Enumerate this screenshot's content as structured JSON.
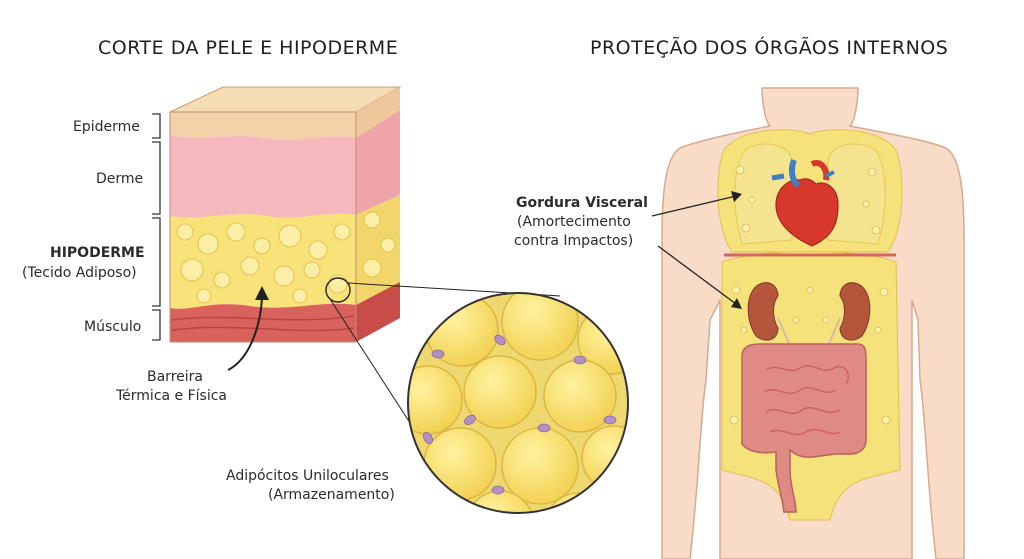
{
  "left_panel": {
    "title": "CORTE DA PELE E HIPODERME",
    "layers": {
      "epiderme": "Epiderme",
      "derme": "Derme",
      "hipoderme": "HIPODERME",
      "hipoderme_sub": "(Tecido Adiposo)",
      "musculo": "Músculo"
    },
    "barrier_line1": "Barreira",
    "barrier_line2": "Térmica e Física",
    "adipocytes_line1": "Adipócitos Uniloculares",
    "adipocytes_line2": "(Armazenamento)"
  },
  "right_panel": {
    "title": "PROTEÇÃO DOS ÓRGÃOS INTERNOS",
    "visceral_title": "Gordura Visceral",
    "visceral_line2": "(Amortecimento",
    "visceral_line3": "contra Impactos)"
  },
  "colors": {
    "epidermis": "#f3d2a8",
    "dermis": "#f5b8bc",
    "fat": "#f8e27a",
    "fat_dark": "#e9c64a",
    "muscle": "#d9625c",
    "skin": "#f8dcc8",
    "cell_nucleus": "#b48fc4",
    "heart": "#d8382c",
    "kidney": "#b5553b",
    "intestine": "#e08a86"
  }
}
